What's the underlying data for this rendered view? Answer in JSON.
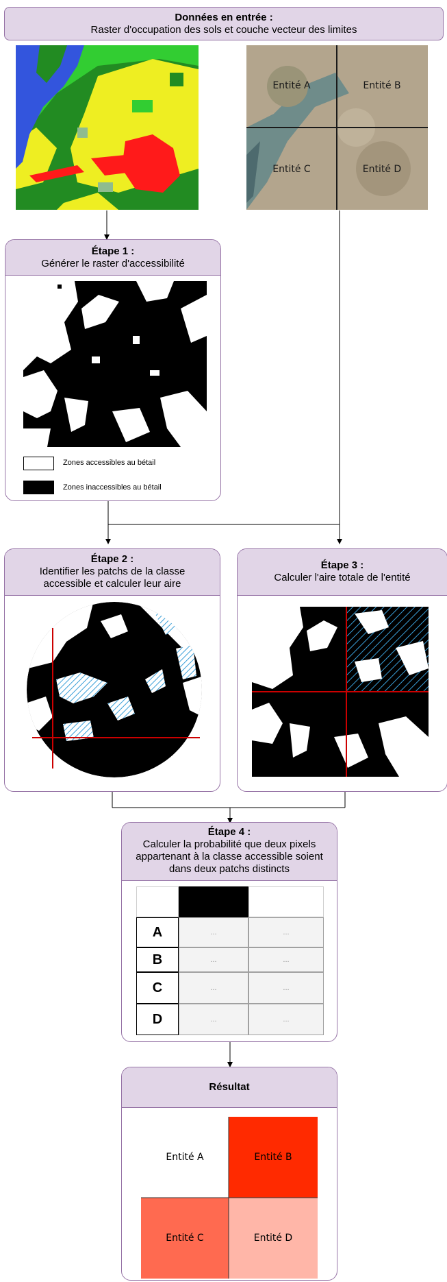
{
  "input": {
    "title": "Données en entrée :",
    "subtitle": "Raster d'occupation des sols et couche vecteur des limites",
    "entities": [
      "Entité A",
      "Entité B",
      "Entité C",
      "Entité D"
    ]
  },
  "step1": {
    "title": "Étape 1 :",
    "subtitle": "Générer le raster d'accessibilité",
    "legend_white": "Zones accessibles au bétail",
    "legend_black": "Zones inaccessibles au bétail"
  },
  "step2": {
    "title": "Étape 2 :",
    "line1": "Identifier les patchs de la classe",
    "line2": "accessible et calculer leur aire"
  },
  "step3": {
    "title": "Étape 3 :",
    "subtitle": "Calculer l'aire totale de l'entité"
  },
  "step4": {
    "title": "Étape 4 :",
    "line1": "Calculer la probabilité que deux pixels",
    "line2": "appartenant à la classe accessible soient",
    "line3": "dans deux patchs distincts",
    "rows": [
      "A",
      "B",
      "C",
      "D"
    ],
    "cell_placeholder": "..."
  },
  "result": {
    "title": "Résultat",
    "cells": [
      {
        "label": "Entité A",
        "color": "#ffffff"
      },
      {
        "label": "Entité B",
        "color": "#ff2a00"
      },
      {
        "label": "Entité C",
        "color": "#ff6a50"
      },
      {
        "label": "Entité D",
        "color": "#ffb6a8"
      }
    ]
  },
  "colors": {
    "card_border": "#9673a6",
    "card_header": "#e1d5e7",
    "boundary_line": "#cc0000",
    "hatch": "#3a9fd8"
  }
}
